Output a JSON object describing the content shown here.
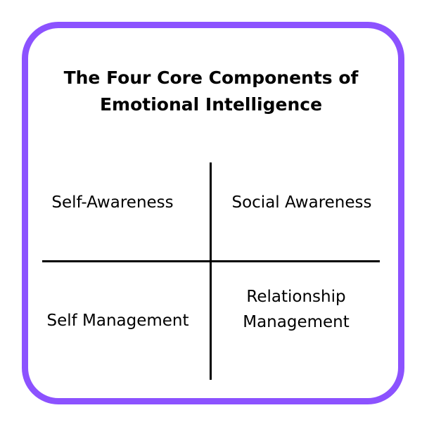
{
  "title_line1": "The Four Core Components of",
  "title_line2": "Emotional Intelligence",
  "quadrants": {
    "top_left": "Self-Awareness",
    "top_right": "Social Awareness",
    "bottom_left": "Self Management",
    "bottom_right_line1": "Relationship",
    "bottom_right_line2": "Management"
  },
  "colors": {
    "border": "#8c52ff"
  }
}
